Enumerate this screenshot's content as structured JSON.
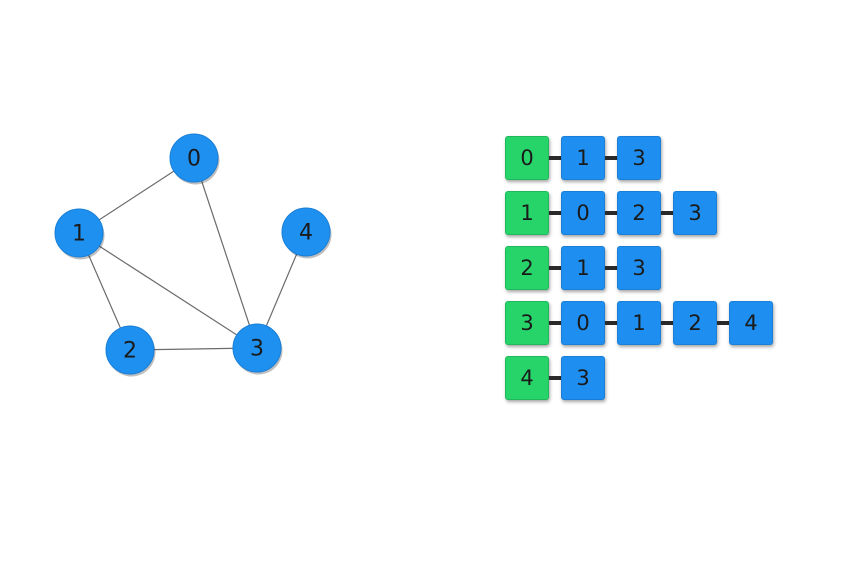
{
  "graph": {
    "nodes": [
      {
        "id": "0"
      },
      {
        "id": "1"
      },
      {
        "id": "2"
      },
      {
        "id": "3"
      },
      {
        "id": "4"
      }
    ],
    "edges": [
      [
        "0",
        "1"
      ],
      [
        "0",
        "3"
      ],
      [
        "1",
        "2"
      ],
      [
        "1",
        "3"
      ],
      [
        "2",
        "3"
      ],
      [
        "3",
        "4"
      ]
    ],
    "colors": {
      "node_fill": "#1e90f0",
      "edge": "#6b6b6b"
    }
  },
  "adjacency_list": {
    "rows": [
      {
        "head": "0",
        "neighbors": [
          "1",
          "3"
        ]
      },
      {
        "head": "1",
        "neighbors": [
          "0",
          "2",
          "3"
        ]
      },
      {
        "head": "2",
        "neighbors": [
          "1",
          "3"
        ]
      },
      {
        "head": "3",
        "neighbors": [
          "0",
          "1",
          "2",
          "4"
        ]
      },
      {
        "head": "4",
        "neighbors": [
          "3"
        ]
      }
    ],
    "colors": {
      "head_cell": "#27d46a",
      "neighbor_cell": "#1e8ff0"
    }
  }
}
